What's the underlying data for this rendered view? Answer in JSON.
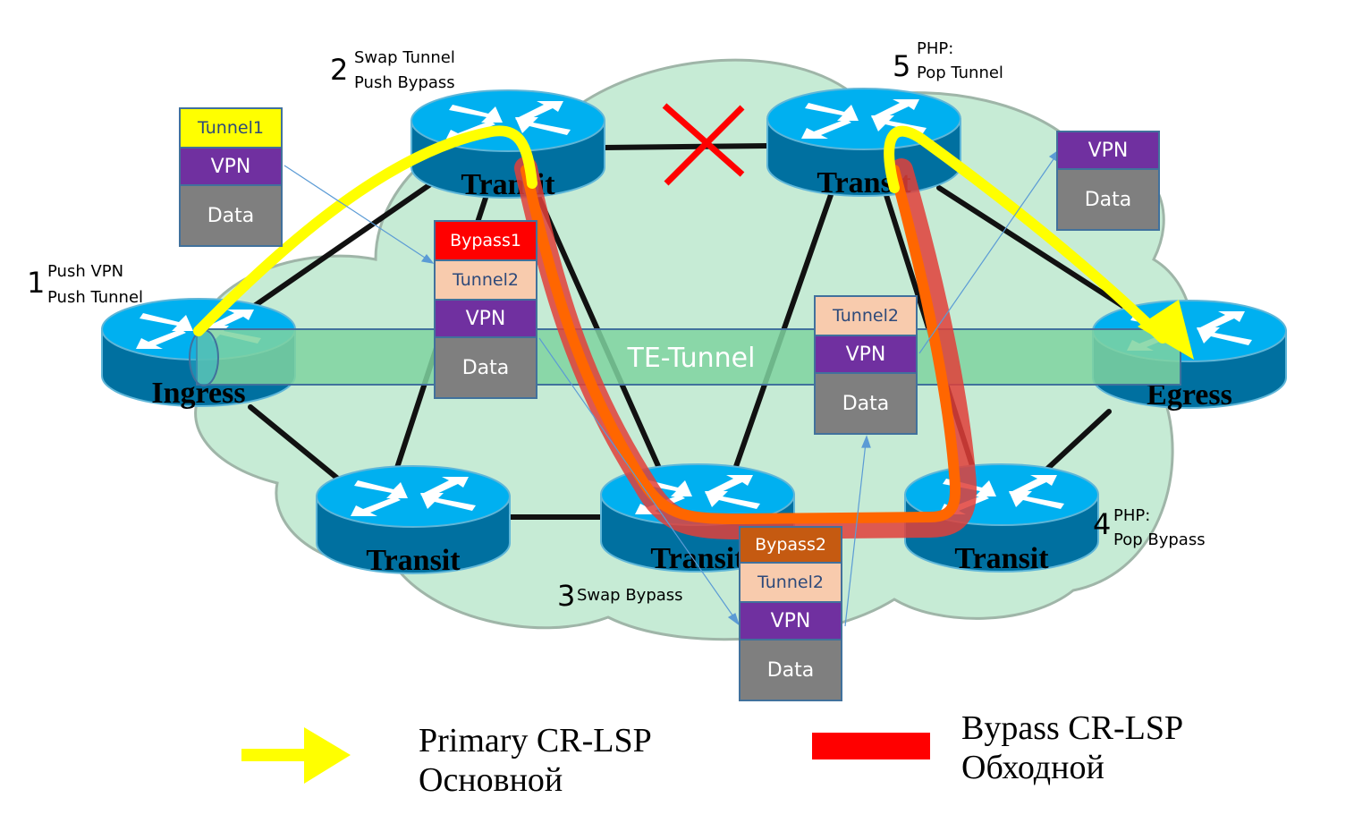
{
  "diagram": {
    "title": "MPLS TE Fast Reroute (Facility Backup) label operations",
    "routers": [
      {
        "id": "ingress",
        "label": "Ingress"
      },
      {
        "id": "transit-top-left",
        "label": "Transit"
      },
      {
        "id": "transit-top-right",
        "label": "Transit"
      },
      {
        "id": "egress",
        "label": "Egress"
      },
      {
        "id": "transit-bottom-left",
        "label": "Transit"
      },
      {
        "id": "transit-bottom-mid",
        "label": "Transit"
      },
      {
        "id": "transit-bottom-right",
        "label": "Transit"
      }
    ],
    "te_tunnel_label": "TE-Tunnel",
    "failed_link": "transit-top-left ↔ transit-top-right",
    "steps": [
      {
        "num": "1",
        "lines": [
          "Push VPN",
          "Push Tunnel"
        ]
      },
      {
        "num": "2",
        "lines": [
          "Swap Tunnel",
          "Push Bypass"
        ]
      },
      {
        "num": "3",
        "lines": [
          "Swap Bypass"
        ]
      },
      {
        "num": "4",
        "lines": [
          "PHP:",
          "Pop Bypass"
        ]
      },
      {
        "num": "5",
        "lines": [
          "PHP:",
          "Pop Tunnel"
        ]
      }
    ],
    "label_stacks": [
      {
        "id": "stack-1",
        "cells": [
          "Tunnel1",
          "VPN",
          "Data"
        ]
      },
      {
        "id": "stack-2",
        "cells": [
          "Bypass1",
          "Tunnel2",
          "VPN",
          "Data"
        ]
      },
      {
        "id": "stack-3",
        "cells": [
          "Bypass2",
          "Tunnel2",
          "VPN",
          "Data"
        ]
      },
      {
        "id": "stack-4",
        "cells": [
          "Tunnel2",
          "VPN",
          "Data"
        ]
      },
      {
        "id": "stack-5",
        "cells": [
          "VPN",
          "Data"
        ]
      }
    ],
    "legend": {
      "primary": {
        "line1": "Primary CR-LSP",
        "line2": "Основной",
        "color": "#ffff00"
      },
      "bypass": {
        "line1": "Bypass CR-LSP",
        "line2": "Обходной",
        "color": "#ff0000"
      }
    },
    "colors": {
      "cloud": "#c6ebd5",
      "router_top": "#00b0f0",
      "router_side": "#0070a0",
      "te_tunnel": "#7fd4a0",
      "primary_path": "#ffff00",
      "bypass_path": "#ff6600",
      "bypass_shadow": "#e0403a",
      "failure_x": "#ff0000"
    }
  }
}
